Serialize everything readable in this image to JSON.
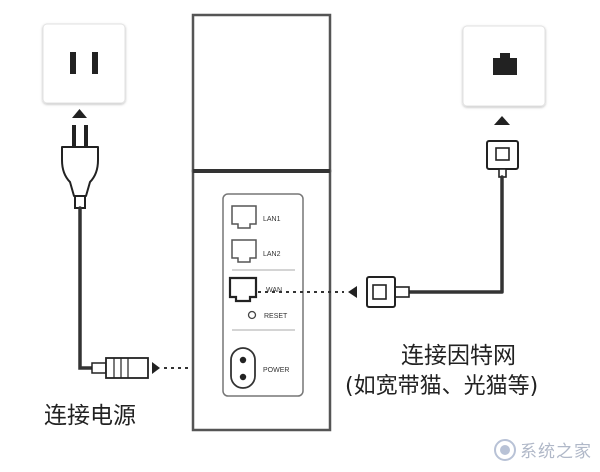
{
  "router": {
    "ports": {
      "lan1": "LAN1",
      "lan2": "LAN2",
      "wan": "WAN",
      "reset": "RESET",
      "power": "POWER"
    }
  },
  "labels": {
    "internet_line1": "连接因特网",
    "internet_line2": "(如宽带猫、光猫等)",
    "power": "连接电源"
  },
  "watermark": {
    "text": "系统之家"
  },
  "icons": [
    "power-outlet-icon",
    "network-wall-jack-icon",
    "power-plug-icon",
    "ethernet-plug-icon"
  ]
}
